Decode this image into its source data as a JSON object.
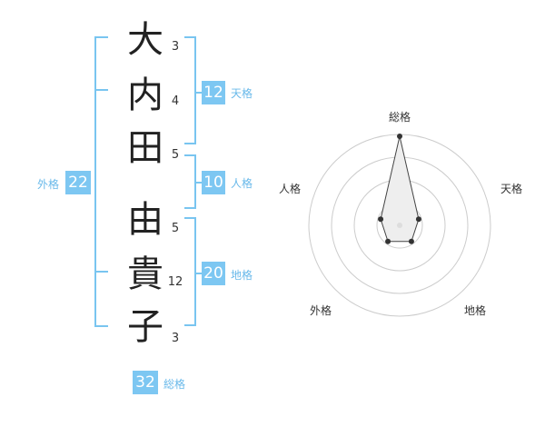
{
  "name": {
    "chars": [
      "大",
      "内",
      "田",
      "由",
      "貴",
      "子"
    ],
    "strokes": [
      "3",
      "4",
      "5",
      "5",
      "12",
      "3"
    ]
  },
  "fortune": {
    "tenkaku": {
      "value": "12",
      "label": "天格"
    },
    "jinkaku": {
      "value": "10",
      "label": "人格"
    },
    "chikaku": {
      "value": "20",
      "label": "地格"
    },
    "gaikaku": {
      "value": "22",
      "label": "外格"
    },
    "soukaku": {
      "value": "32",
      "label": "総格"
    }
  },
  "radar": {
    "axes": [
      "総格",
      "天格",
      "地格",
      "外格",
      "人格"
    ],
    "values": [
      0.98,
      0.22,
      0.22,
      0.22,
      0.22
    ],
    "colors": {
      "fill": "#eeeeee",
      "stroke": "#444444",
      "ring": "#cccccc",
      "dot": "#333333"
    }
  }
}
